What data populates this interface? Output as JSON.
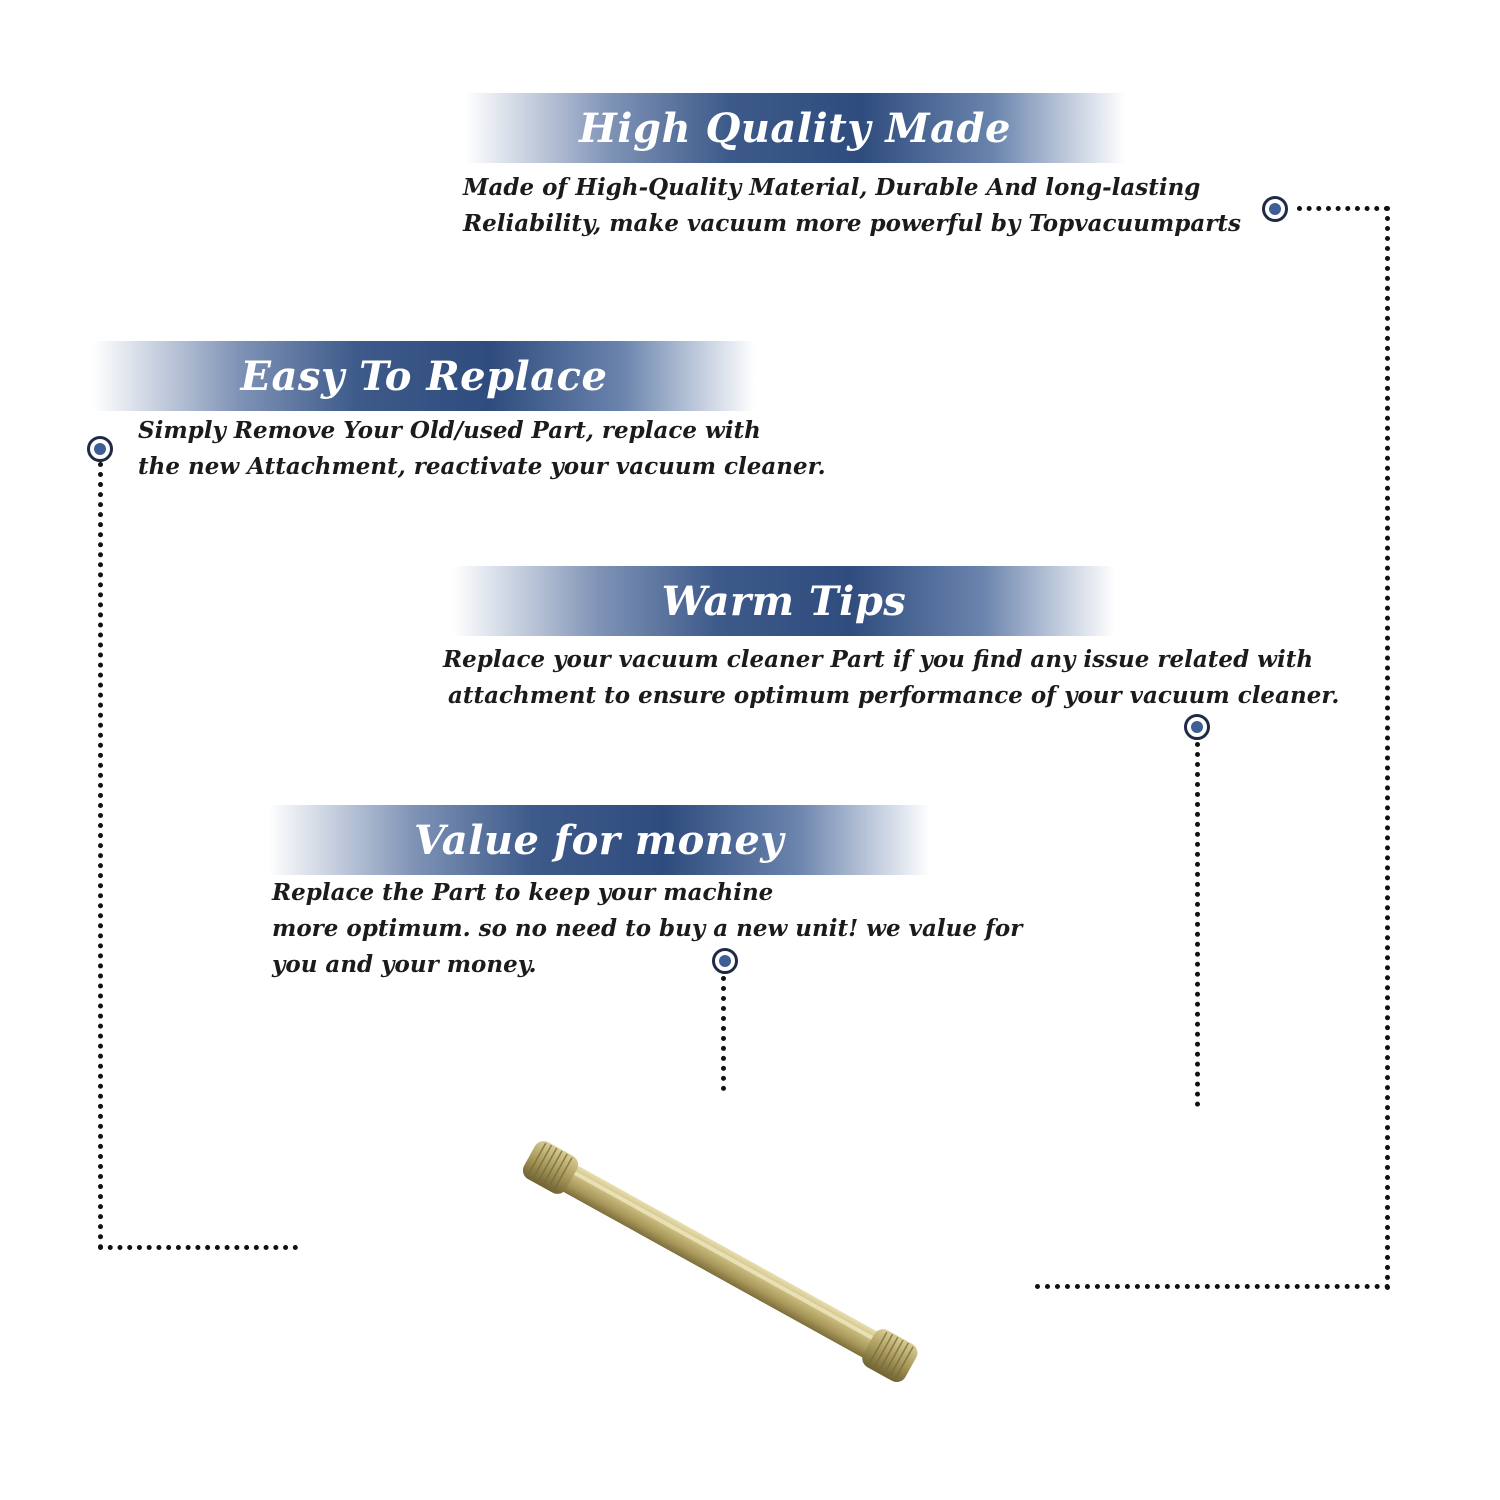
{
  "sections": [
    {
      "title": "High Quality Made",
      "lines": [
        "Made of  High-Quality Material, Durable And long-lasting",
        "Reliability, make vacuum more powerful by Topvacuumparts"
      ],
      "marker_icon": "target-dot-icon"
    },
    {
      "title": "Easy To Replace",
      "lines": [
        "Simply Remove Your Old/used Part, replace with",
        "the new Attachment, reactivate your vacuum cleaner."
      ],
      "marker_icon": "target-dot-icon"
    },
    {
      "title": "Warm Tips",
      "lines": [
        "Replace your vacuum cleaner Part if you find any issue related with",
        "attachment to ensure optimum performance of your vacuum cleaner."
      ],
      "marker_icon": "target-dot-icon"
    },
    {
      "title": "Value for money",
      "lines": [
        "Replace the Part to keep your machine",
        "more optimum. so no need to buy a new unit! we value for",
        "you and your money."
      ],
      "marker_icon": "target-dot-icon"
    }
  ],
  "colors": {
    "banner_blue": "#2f4c7e",
    "marker_fill": "#3e5f96",
    "brass": "#b8a96a"
  },
  "product": {
    "icon": "brass-pin-image"
  }
}
